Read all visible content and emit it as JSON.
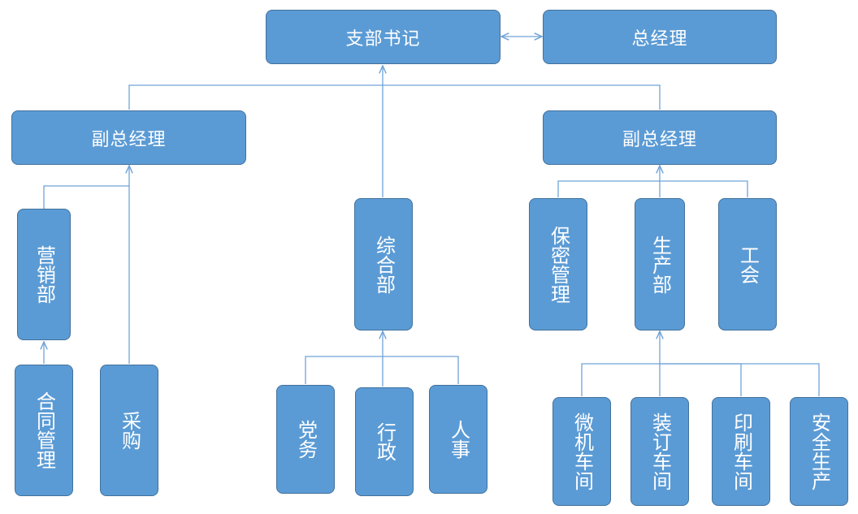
{
  "nodes": {
    "secretary": "支部书记",
    "general_manager": "总经理",
    "vp_left": "副总经理",
    "vp_right": "副总经理",
    "sales": "营销部",
    "general_affairs": "综合部",
    "confidential": "保密管理",
    "production": "生产部",
    "union": "工会",
    "contract": "合同管理",
    "procurement": "采购",
    "party": "党务",
    "administration": "行政",
    "personnel": "人事",
    "micro_workshop": "微机车间",
    "binding_workshop": "装订车间",
    "printing_workshop": "印刷车间",
    "safety": "安全生产"
  },
  "colors": {
    "box_fill": "#5b9bd5",
    "box_border": "#41719c",
    "line": "#6fa3d8"
  }
}
